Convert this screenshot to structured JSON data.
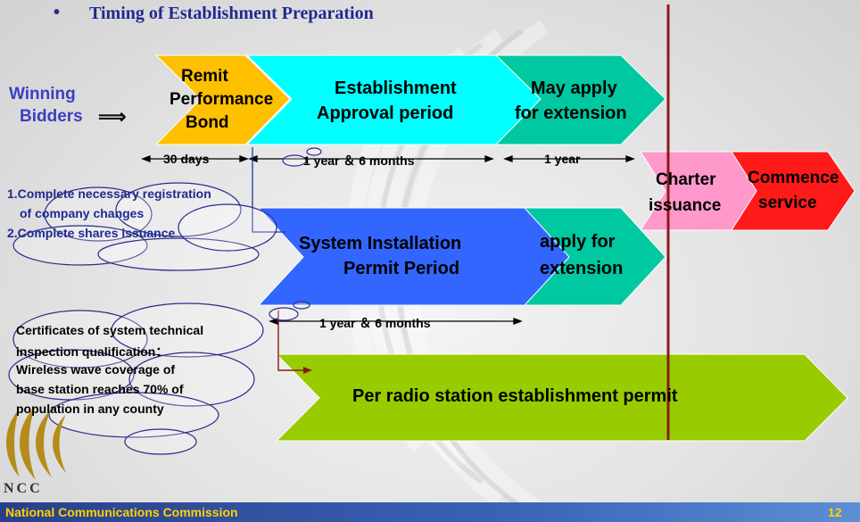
{
  "title": "Timing of Establishment Preparation",
  "bullet": "•",
  "winning_bidders": [
    "Winning",
    "Bidders"
  ],
  "arrow_symbol": "⟹",
  "stages": {
    "remit": [
      "Remit",
      "Performance",
      "Bond"
    ],
    "approval": [
      "Establishment",
      "Approval period"
    ],
    "extension1": [
      "May apply",
      "for extension"
    ],
    "charter": [
      "Charter",
      "issuance"
    ],
    "commence": [
      "Commence",
      "service"
    ],
    "installation": [
      "System Installation",
      "Permit Period"
    ],
    "extension2": [
      "apply for",
      "extension"
    ],
    "radio": "Per radio station establishment permit"
  },
  "durations": {
    "thirty_days": "30 days",
    "one_year_six_months_a": "1 year ＆ 6 months",
    "one_year": "1 year",
    "one_year_six_months_b": "1 year ＆ 6 months"
  },
  "cloud_tasks": [
    "1.Complete necessary registration",
    "of company changes",
    "2.Complete shares issuance"
  ],
  "cloud_certificates": [
    "Certificates of system technical",
    "inspection qualification：",
    "Wireless wave coverage of",
    "base station reaches 70% of",
    "population in any county"
  ],
  "logo_text": "NCC",
  "footer": {
    "organization": "National Communications Commission",
    "page_number": "12"
  },
  "colors": {
    "title": "#1f2a8f",
    "bidders": "#3b3fc0",
    "remit": "#ffc000",
    "approval": "#00ffff",
    "extension": "#00c8a0",
    "charter": "#ff99cc",
    "commence": "#ff1a1a",
    "installation": "#3366ff",
    "radio": "#99cc00",
    "vertical_line": "#8b1a1a",
    "footer_text": "#ffd200"
  }
}
